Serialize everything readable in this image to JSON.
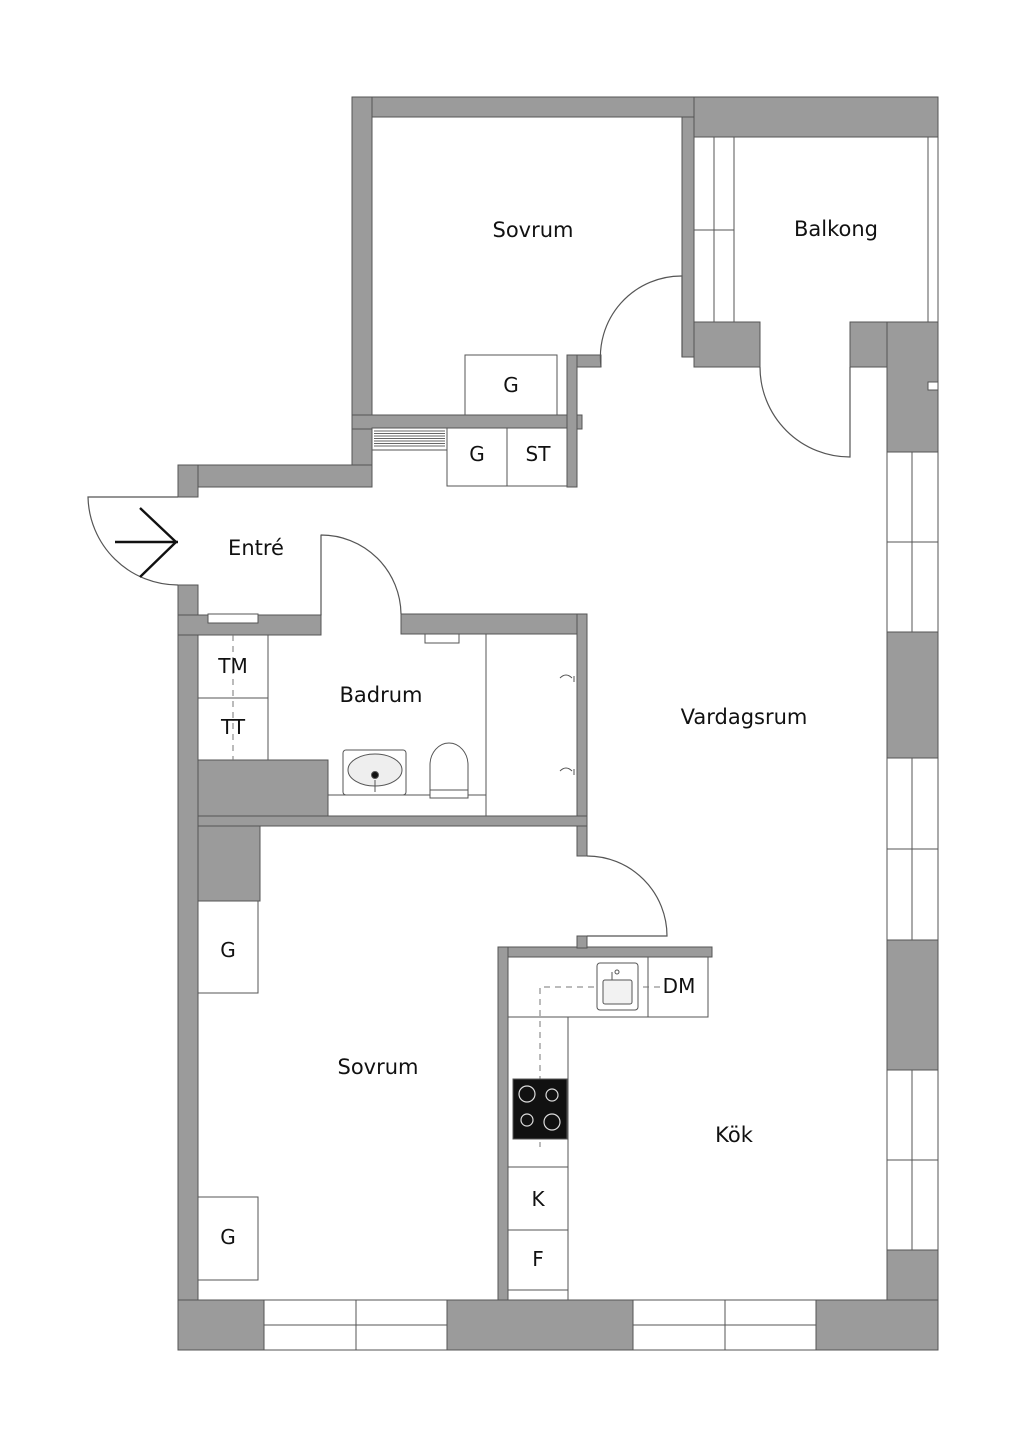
{
  "colors": {
    "wall": "#9b9b9b",
    "line": "#555555",
    "window": "#ffffff",
    "text": "#111111",
    "stove": "#111111"
  },
  "rooms": {
    "bedroom_top": "Sovrum",
    "balcony": "Balkong",
    "entrance": "Entré",
    "bathroom": "Badrum",
    "living_room": "Vardagsrum",
    "bedroom_bottom": "Sovrum",
    "kitchen": "Kök"
  },
  "fixtures": {
    "wardrobe_bedroom_top": "G",
    "wardrobe_hall": "G",
    "storage_hall": "ST",
    "washing_machine": "TM",
    "tumble_dryer": "TT",
    "wardrobe_bedroom_1": "G",
    "wardrobe_bedroom_2": "G",
    "dishwasher": "DM",
    "fridge": "K",
    "freezer": "F"
  },
  "icons": [
    "entrance-arrow-icon",
    "sink-icon",
    "toilet-icon",
    "shower-icon",
    "kitchen-sink-icon",
    "stove-icon",
    "radiator-icon"
  ]
}
